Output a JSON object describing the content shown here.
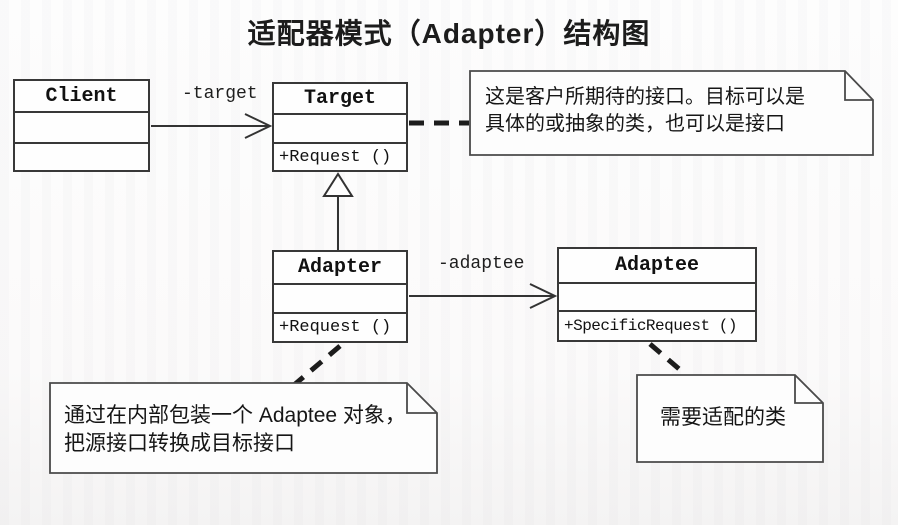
{
  "title": "适配器模式（Adapter）结构图",
  "classes": {
    "client": {
      "name": "Client",
      "methods": ""
    },
    "target": {
      "name": "Target",
      "methods": "+Request ()"
    },
    "adapter": {
      "name": "Adapter",
      "methods": "+Request ()"
    },
    "adaptee": {
      "name": "Adaptee",
      "methods": "+SpecificRequest ()"
    }
  },
  "associations": {
    "target_label": "-target",
    "adaptee_label": "-adaptee"
  },
  "notes": {
    "target_note": {
      "line1": "这是客户所期待的接口。目标可以是",
      "line2": "具体的或抽象的类，也可以是接口"
    },
    "adapter_note": {
      "line1": "通过在内部包装一个 Adaptee 对象，",
      "line2": "把源接口转换成目标接口"
    },
    "adaptee_note": {
      "line1": "需要适配的类"
    }
  },
  "colors": {
    "line": "#333333",
    "dashed_line": "#1c1c1c",
    "note_border": "#4a4a4a",
    "background": "#fbfafa",
    "text": "#161616"
  }
}
